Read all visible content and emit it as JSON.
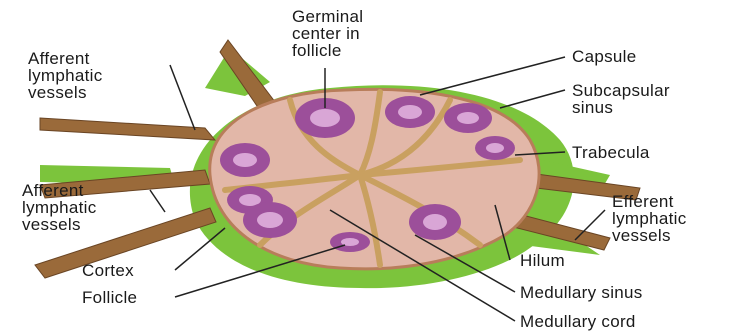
{
  "labels": {
    "germinal": "Germinal\ncenter in\nfollicle",
    "afferent_top": "Afferent\nlymphatic\nvessels",
    "capsule": "Capsule",
    "subcapsular": "Subcapsular\nsinus",
    "trabecula": "Trabecula",
    "afferent_bottom": "Afferent\nlymphatic\nvessels",
    "efferent": "Efferent\nlymphatic\nvessels",
    "hilum": "Hilum",
    "cortex": "Cortex",
    "follicle": "Follicle",
    "medullary_sinus": "Medullary sinus",
    "medullary_cord": "Medullary cord"
  },
  "colors": {
    "capsule_green": "#7cc43c",
    "node_fill": "#e2b7a8",
    "trabecula_tan": "#c9a060",
    "follicle_purple": "#9c4f9a",
    "germinal_center": "#d9a6d6",
    "vessel_brown": "#9a6a3a"
  }
}
